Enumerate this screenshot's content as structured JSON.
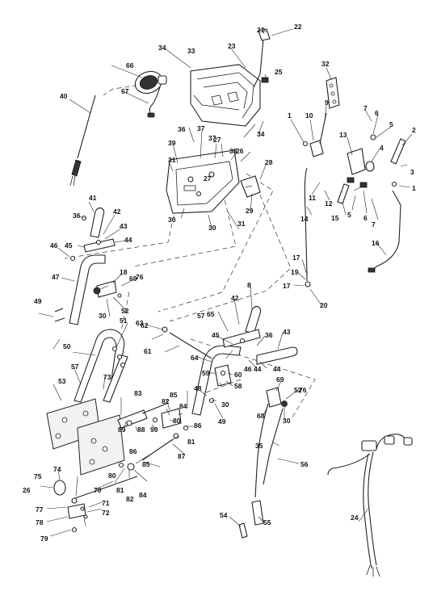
{
  "parts": [
    {
      "label": "1"
    },
    {
      "label": "1"
    },
    {
      "label": "2"
    },
    {
      "label": "3"
    },
    {
      "label": "4"
    },
    {
      "label": "5"
    },
    {
      "label": "5"
    },
    {
      "label": "6"
    },
    {
      "label": "6"
    },
    {
      "label": "7"
    },
    {
      "label": "7"
    },
    {
      "label": "8"
    },
    {
      "label": "9"
    },
    {
      "label": "10"
    },
    {
      "label": "11"
    },
    {
      "label": "12"
    },
    {
      "label": "13"
    },
    {
      "label": "14"
    },
    {
      "label": "15"
    },
    {
      "label": "16"
    },
    {
      "label": "17"
    },
    {
      "label": "17"
    },
    {
      "label": "18"
    },
    {
      "label": "19"
    },
    {
      "label": "20"
    },
    {
      "label": "21"
    },
    {
      "label": "22"
    },
    {
      "label": "23"
    },
    {
      "label": "24"
    },
    {
      "label": "25"
    },
    {
      "label": "26"
    },
    {
      "label": "26"
    },
    {
      "label": "27"
    },
    {
      "label": "27"
    },
    {
      "label": "28"
    },
    {
      "label": "29"
    },
    {
      "label": "30"
    },
    {
      "label": "30"
    },
    {
      "label": "30"
    },
    {
      "label": "30"
    },
    {
      "label": "30"
    },
    {
      "label": "31"
    },
    {
      "label": "31"
    },
    {
      "label": "32"
    },
    {
      "label": "33"
    },
    {
      "label": "34"
    },
    {
      "label": "34"
    },
    {
      "label": "35"
    },
    {
      "label": "36"
    },
    {
      "label": "36"
    },
    {
      "label": "36"
    },
    {
      "label": "37"
    },
    {
      "label": "37"
    },
    {
      "label": "38"
    },
    {
      "label": "39"
    },
    {
      "label": "40"
    },
    {
      "label": "41"
    },
    {
      "label": "42"
    },
    {
      "label": "42"
    },
    {
      "label": "43"
    },
    {
      "label": "43"
    },
    {
      "label": "44"
    },
    {
      "label": "44"
    },
    {
      "label": "44"
    },
    {
      "label": "45"
    },
    {
      "label": "45"
    },
    {
      "label": "46"
    },
    {
      "label": "46"
    },
    {
      "label": "47"
    },
    {
      "label": "48"
    },
    {
      "label": "49"
    },
    {
      "label": "49"
    },
    {
      "label": "50"
    },
    {
      "label": "51"
    },
    {
      "label": "52"
    },
    {
      "label": "52"
    },
    {
      "label": "53"
    },
    {
      "label": "54"
    },
    {
      "label": "55"
    },
    {
      "label": "56"
    },
    {
      "label": "57"
    },
    {
      "label": "57"
    },
    {
      "label": "58"
    },
    {
      "label": "59"
    },
    {
      "label": "60"
    },
    {
      "label": "61"
    },
    {
      "label": "62"
    },
    {
      "label": "63"
    },
    {
      "label": "64"
    },
    {
      "label": "65"
    },
    {
      "label": "66"
    },
    {
      "label": "67"
    },
    {
      "label": "68"
    },
    {
      "label": "69"
    },
    {
      "label": "69"
    },
    {
      "label": "70"
    },
    {
      "label": "71"
    },
    {
      "label": "72"
    },
    {
      "label": "73"
    },
    {
      "label": "74"
    },
    {
      "label": "75"
    },
    {
      "label": "76"
    },
    {
      "label": "76"
    },
    {
      "label": "77"
    },
    {
      "label": "78"
    },
    {
      "label": "79"
    },
    {
      "label": "80"
    },
    {
      "label": "80"
    },
    {
      "label": "81"
    },
    {
      "label": "81"
    },
    {
      "label": "82"
    },
    {
      "label": "82"
    },
    {
      "label": "83"
    },
    {
      "label": "84"
    },
    {
      "label": "84"
    },
    {
      "label": "85"
    },
    {
      "label": "85"
    },
    {
      "label": "86"
    },
    {
      "label": "86"
    },
    {
      "label": "87"
    },
    {
      "label": "88"
    },
    {
      "label": "89"
    },
    {
      "label": "90"
    }
  ]
}
